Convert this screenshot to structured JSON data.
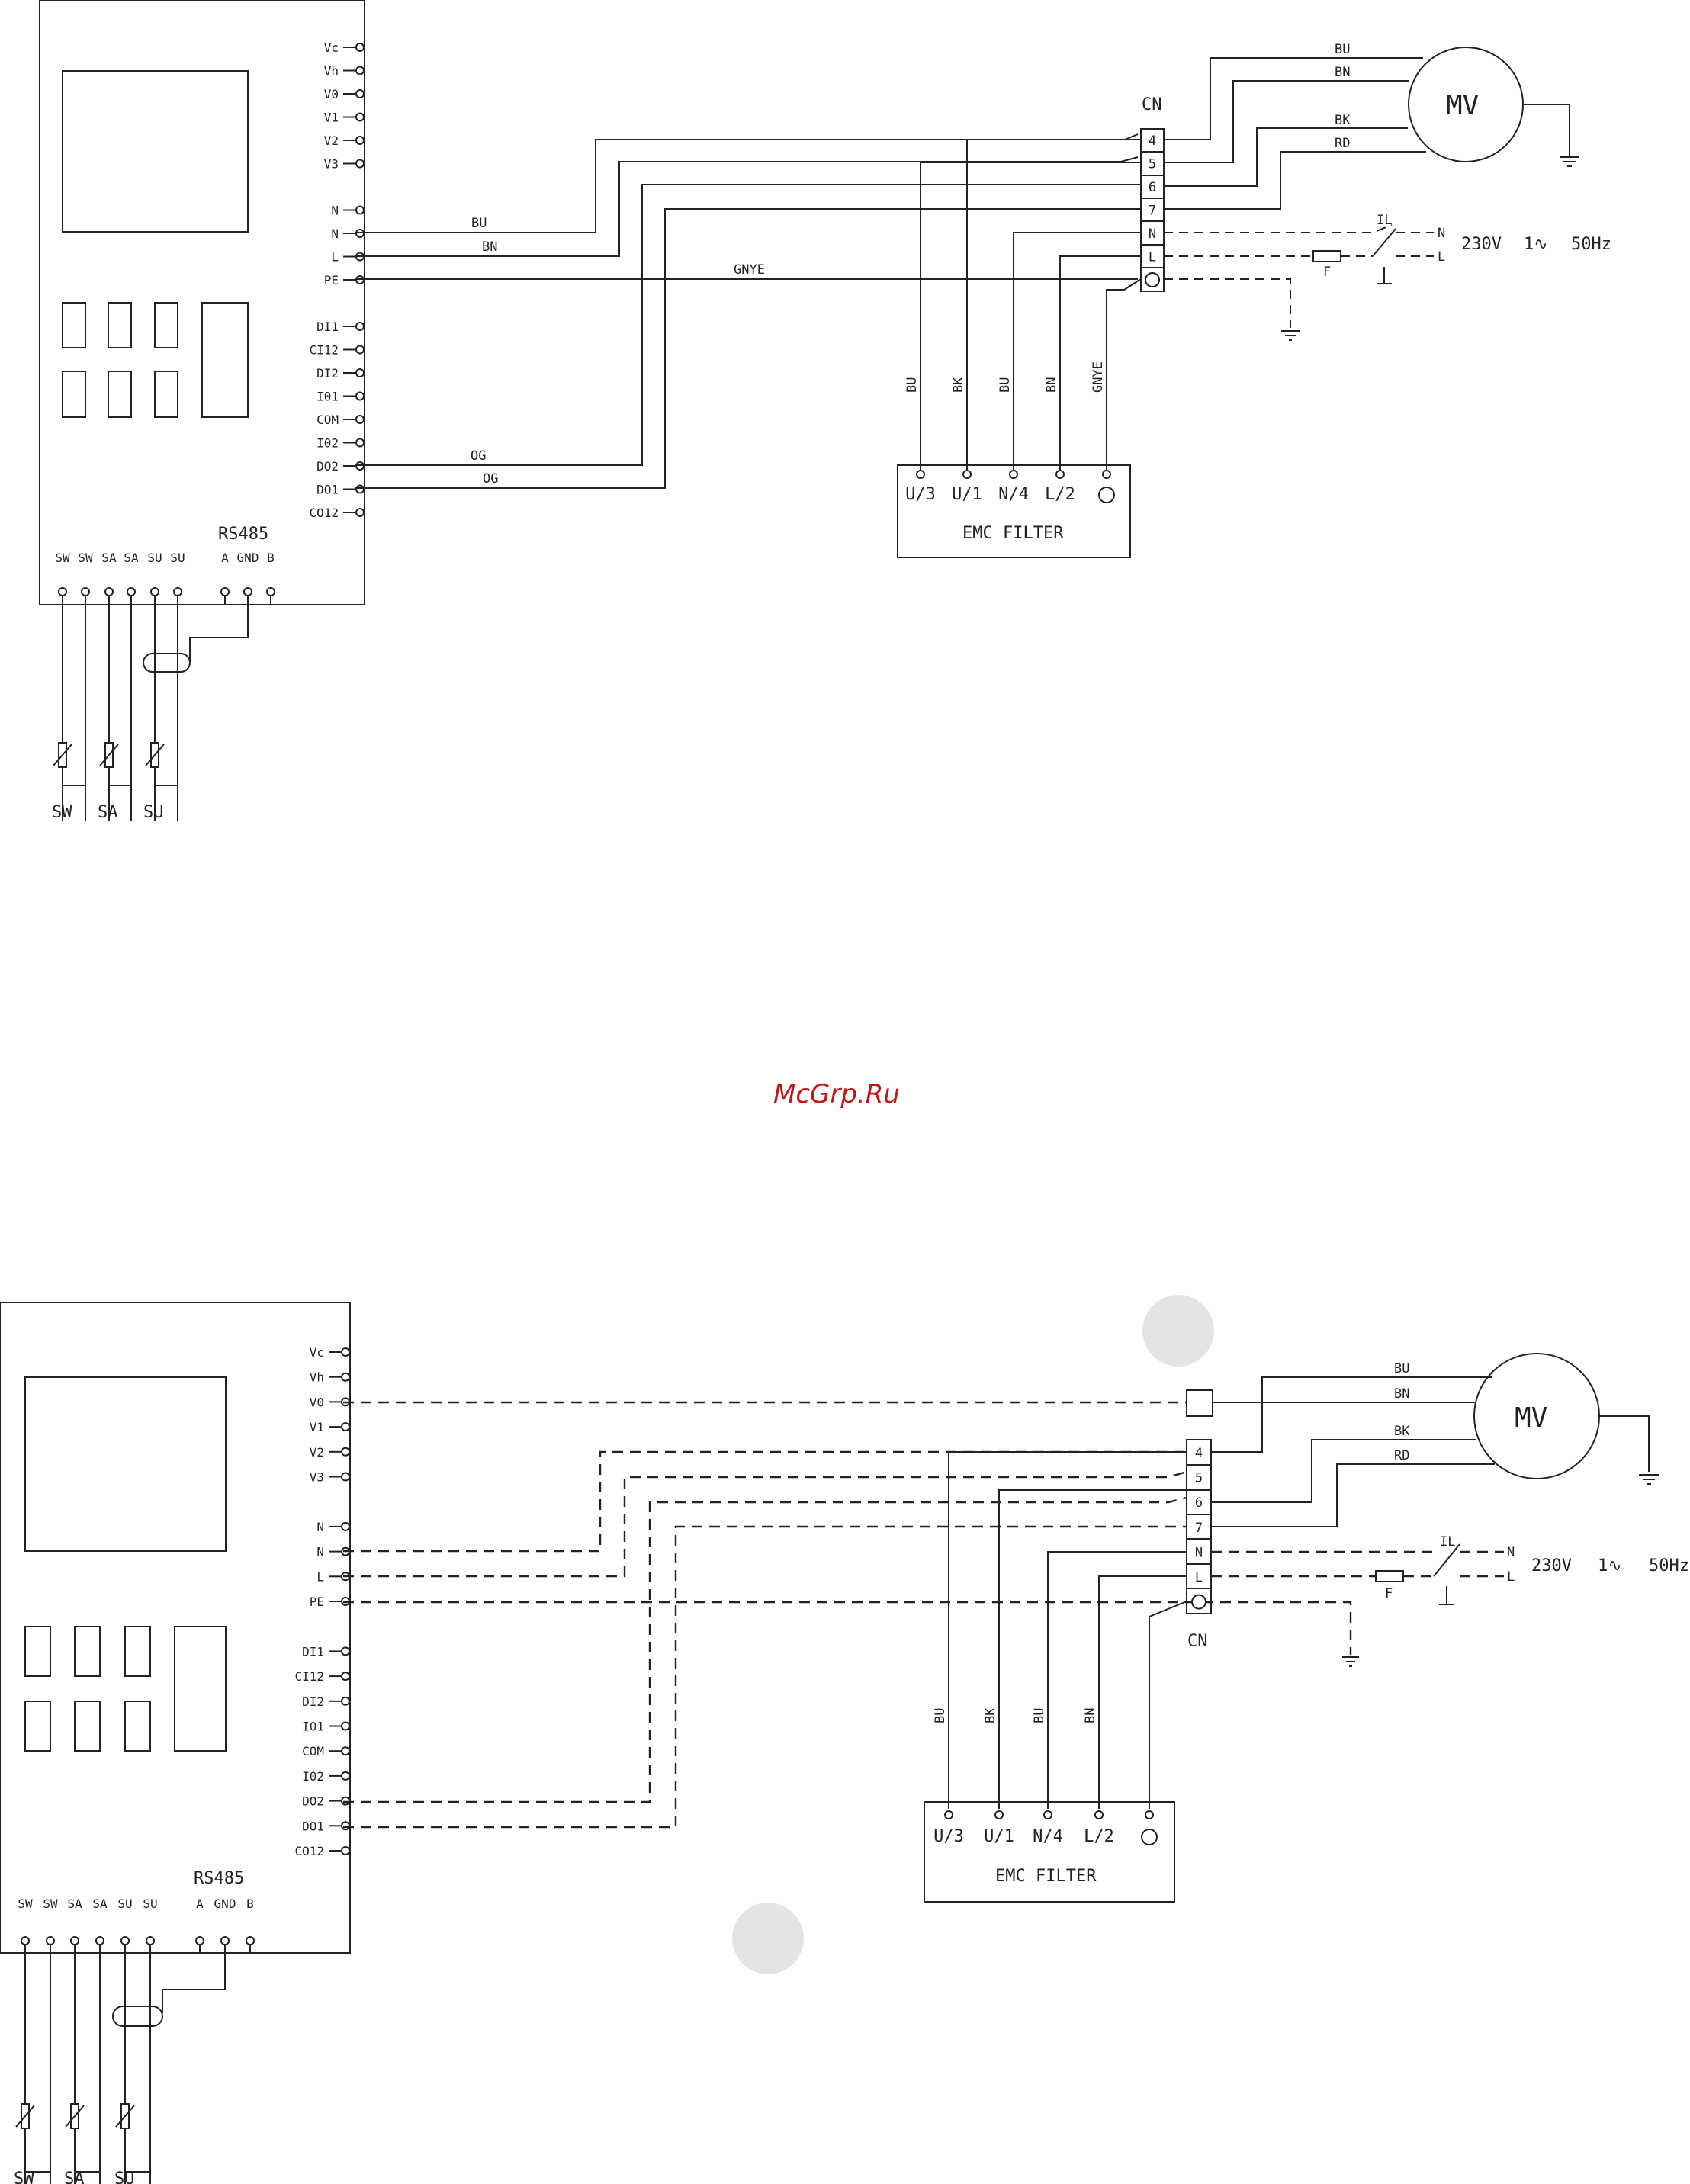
{
  "watermark": "McGrp.Ru",
  "diagram1": {
    "controller_pins": [
      "Vc",
      "Vh",
      "V0",
      "V1",
      "V2",
      "V3",
      "N",
      "N",
      "L",
      "PE",
      "DI1",
      "CI12",
      "DI2",
      "I01",
      "COM",
      "I02",
      "DO2",
      "DO1",
      "CO12"
    ],
    "bottom_pins": [
      "SW",
      "SW",
      "SA",
      "SA",
      "SU",
      "SU",
      "A",
      "GND",
      "B"
    ],
    "rs485": "RS485",
    "sensors": [
      "SW",
      "SA",
      "SU"
    ],
    "wire_labels": {
      "n": "BU",
      "l": "BN",
      "pe": "GNYE",
      "com": "OG",
      "io2": "OG"
    },
    "cn_title": "CN",
    "cn_terminals": [
      "4",
      "5",
      "6",
      "7",
      "N",
      "L"
    ],
    "motor": {
      "label": "MV",
      "wires": [
        "BU",
        "BN",
        "BK",
        "RD"
      ]
    },
    "supply": {
      "switch": "IL",
      "fuse": "F",
      "n": "N",
      "l": "L",
      "voltage": "230V",
      "phase": "1∿",
      "freq": "50Hz"
    },
    "filter": {
      "title": "EMC FILTER",
      "terminals": [
        "U/3",
        "U/1",
        "N/4",
        "L/2"
      ],
      "wires": [
        "BU",
        "BK",
        "BU",
        "BN",
        "GNYE"
      ]
    }
  },
  "diagram2": {
    "controller_pins": [
      "Vc",
      "Vh",
      "V0",
      "V1",
      "V2",
      "V3",
      "N",
      "N",
      "L",
      "PE",
      "DI1",
      "CI12",
      "DI2",
      "I01",
      "COM",
      "I02",
      "DO2",
      "DO1",
      "CO12"
    ],
    "bottom_pins": [
      "SW",
      "SW",
      "SA",
      "SA",
      "SU",
      "SU",
      "A",
      "GND",
      "B"
    ],
    "rs485": "RS485",
    "sensors": [
      "SW",
      "SA",
      "SU"
    ],
    "cn_title": "CN",
    "cn_terminals": [
      "4",
      "5",
      "6",
      "7",
      "N",
      "L"
    ],
    "motor": {
      "label": "MV",
      "wires": [
        "BU",
        "BN",
        "BK",
        "RD"
      ]
    },
    "supply": {
      "switch": "IL",
      "fuse": "F",
      "n": "N",
      "l": "L",
      "voltage": "230V",
      "phase": "1∿",
      "freq": "50Hz"
    },
    "filter": {
      "title": "EMC FILTER",
      "terminals": [
        "U/3",
        "U/1",
        "N/4",
        "L/2"
      ],
      "wires": [
        "BU",
        "BK",
        "BU",
        "BN"
      ]
    }
  }
}
